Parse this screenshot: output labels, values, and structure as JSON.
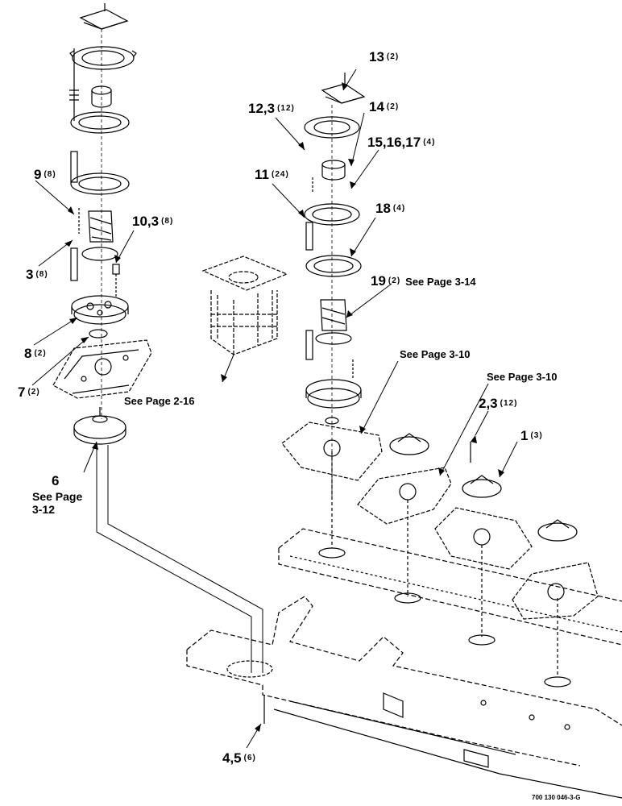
{
  "callouts": [
    {
      "num": "13",
      "qty": "(2)"
    },
    {
      "num": "12,3",
      "qty": "(12)"
    },
    {
      "num": "14",
      "qty": "(2)"
    },
    {
      "num": "15,16,17",
      "qty": "(4)"
    },
    {
      "num": "11",
      "qty": "(24)"
    },
    {
      "num": "18",
      "qty": "(4)"
    },
    {
      "num": "19",
      "qty": "(2)"
    },
    {
      "num": "9",
      "qty": "(8)"
    },
    {
      "num": "10,3",
      "qty": "(8)"
    },
    {
      "num": "3",
      "qty": "(8)"
    },
    {
      "num": "8",
      "qty": "(2)"
    },
    {
      "num": "7",
      "qty": "(2)"
    },
    {
      "num": "2,3",
      "qty": "(12)"
    },
    {
      "num": "1",
      "qty": "(3)"
    },
    {
      "num": "4,5",
      "qty": "(6)"
    },
    {
      "num": "6",
      "qty": ""
    }
  ],
  "references": {
    "item19": "See Page 3-14",
    "center": "See Page 3-10",
    "right": "See Page 3-10",
    "middle": "See Page 2-16",
    "item6": "See Page\n3-12"
  },
  "drawing_number": "700 130 046-3-G"
}
